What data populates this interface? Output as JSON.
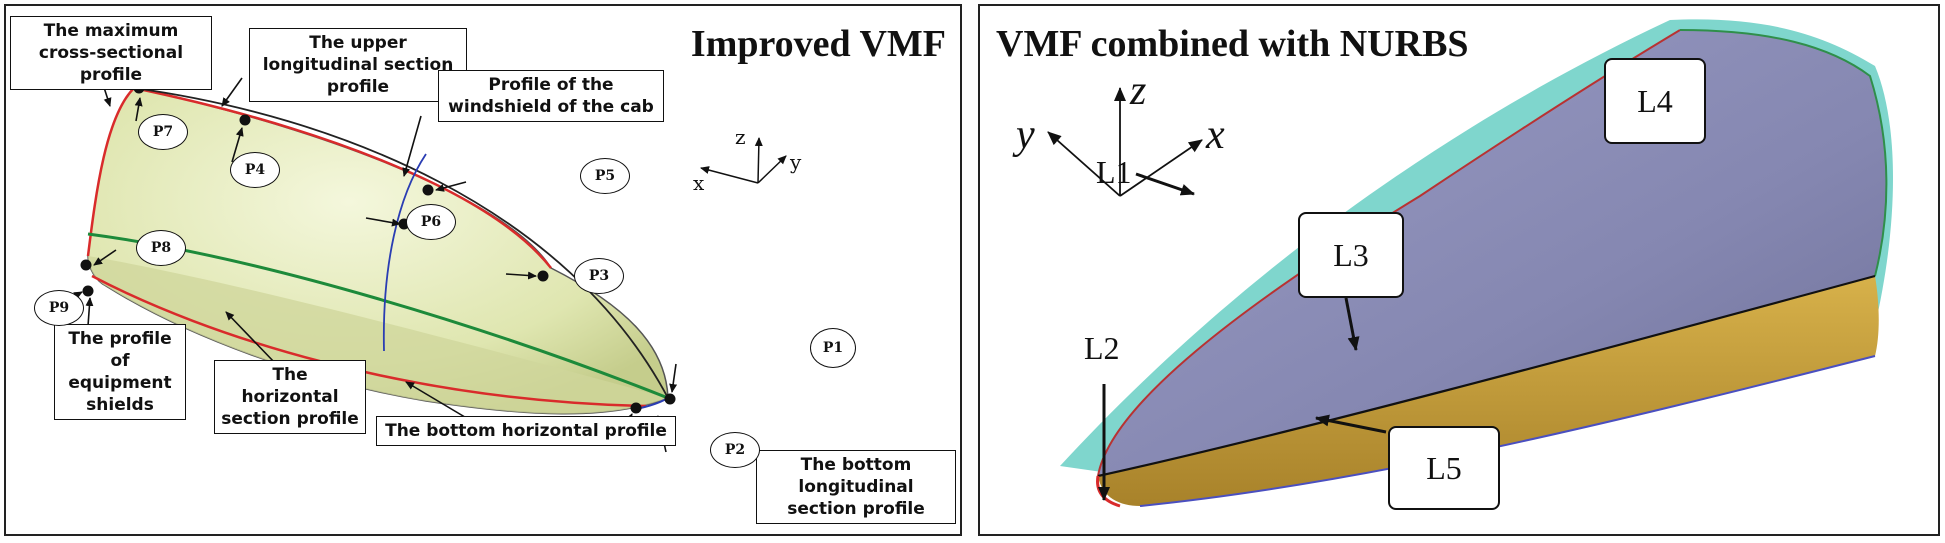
{
  "left_panel": {
    "title": "Improved VMF",
    "axes": {
      "z": "z",
      "y": "y",
      "x": "x"
    },
    "callouts": {
      "max_cross": "The maximum cross-sectional profile",
      "upper_long": "The upper longitudinal section profile",
      "windshield": "Profile of the windshield of the cab",
      "equipment": "The profile of equipment shields",
      "horizontal": "The horizontal section profile",
      "bottom_horizontal": "The bottom horizontal profile",
      "bottom_long": "The bottom longitudinal section profile"
    },
    "points": {
      "p1": "P1",
      "p2": "P2",
      "p3": "P3",
      "p4": "P4",
      "p5": "P5",
      "p6": "P6",
      "p7": "P7",
      "p8": "P8",
      "p9": "P9"
    },
    "colors": {
      "surface": "#e3e8b6",
      "outline_red": "#d92b2b",
      "horizontal_green": "#1d8a3a",
      "windshield_blue": "#2a3db3"
    }
  },
  "right_panel": {
    "title": "VMF combined with NURBS",
    "axes": {
      "z": "z",
      "y": "y",
      "x": "x"
    },
    "labels": {
      "l1": "L1",
      "l2": "L2",
      "l3": "L3",
      "l4": "L4",
      "l5": "L5"
    },
    "colors": {
      "upper_surface": "#8b8db5",
      "lower_surface": "#c9a13a",
      "background_surface": "#7fd6cd"
    }
  }
}
